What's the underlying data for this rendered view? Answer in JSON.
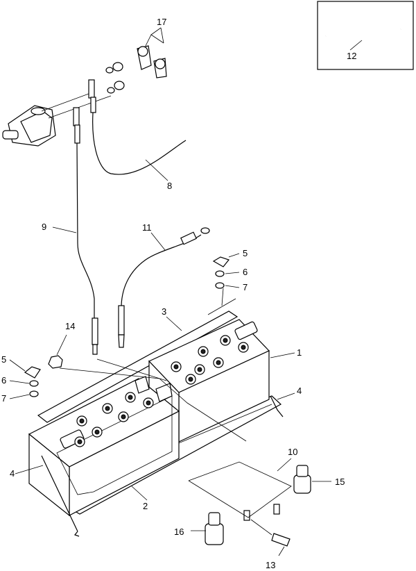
{
  "callouts": {
    "c1": "1",
    "c2": "2",
    "c3": "3",
    "c4a": "4",
    "c4b": "4",
    "c5a": "5",
    "c5b": "5",
    "c6a": "6",
    "c6b": "6",
    "c7a": "7",
    "c7b": "7",
    "c8": "8",
    "c9": "9",
    "c10": "10",
    "c11": "11",
    "c12": "12",
    "c13": "13",
    "c14": "14",
    "c15": "15",
    "c16": "16",
    "c17": "17"
  }
}
